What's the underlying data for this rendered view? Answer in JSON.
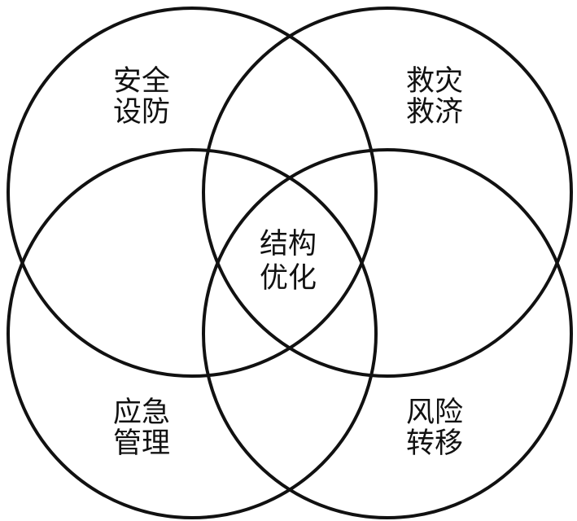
{
  "diagram": {
    "circles": [
      {
        "name": "安全设防",
        "line1": "安全",
        "line2": "设防"
      },
      {
        "name": "救灾救济",
        "line1": "救灾",
        "line2": "救济"
      },
      {
        "name": "应急管理",
        "line1": "应急",
        "line2": "管理"
      },
      {
        "name": "风险转移",
        "line1": "风险",
        "line2": "转移"
      }
    ],
    "center": {
      "line1": "结构",
      "line2": "优化"
    }
  },
  "colors": {
    "stroke": "#111111",
    "background": "#ffffff",
    "text": "#111111"
  }
}
